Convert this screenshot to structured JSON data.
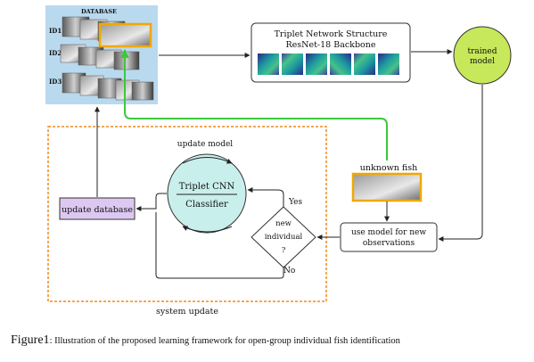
{
  "database": {
    "title": "DATABASE",
    "row_labels": [
      "ID1",
      "ID2",
      "ID3"
    ]
  },
  "backbone": {
    "title": "Triplet Network Structure",
    "subtitle": "ResNet-18 Backbone"
  },
  "trained_model": {
    "line1": "trained",
    "line2": "model"
  },
  "unknown_fish": "unknown fish",
  "use_model": {
    "line1": "use model for new",
    "line2": "observations"
  },
  "decision": {
    "line1": "new",
    "line2": "individual",
    "line3": "?",
    "yes": "Yes",
    "no": "No"
  },
  "cnn": {
    "title": "Triplet CNN",
    "subtitle": "Classifier",
    "update_model": "update model"
  },
  "update_database": "update database",
  "system_update": "system update",
  "caption": {
    "prefix": "Figure1",
    "text": ": Illustration of the proposed learning framework for open-group individual fish identification"
  },
  "colors": {
    "database_bg": "#b9d9ee",
    "highlight": "#f0a800",
    "green_arrow": "#3cc83c",
    "trained_model": "#c6e85a",
    "cnn_circle": "#c9efec",
    "update_db_box": "#dcc8f0",
    "system_update_border": "#ef8a1e"
  }
}
